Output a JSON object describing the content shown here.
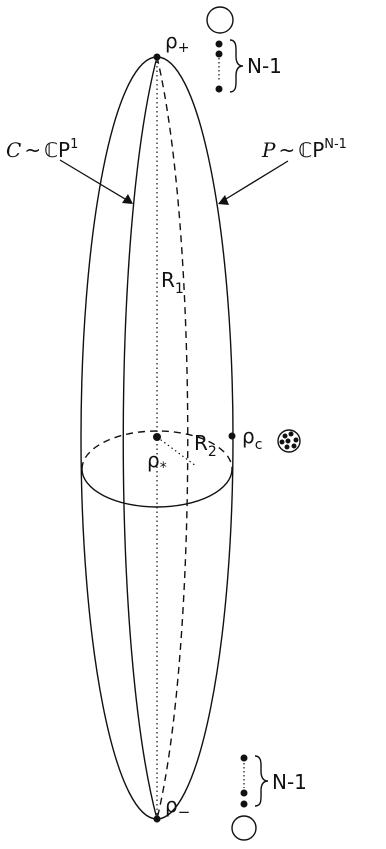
{
  "labels": {
    "rho_plus": "ρ",
    "rho_plus_sub": "+",
    "rho_minus": "ρ",
    "rho_minus_sub": "−",
    "rho_star": "ρ",
    "rho_star_sub": "*",
    "rho_c": "ρ",
    "rho_c_sub": "c",
    "r1": "R",
    "r1_sub": "1",
    "r2": "R",
    "r2_sub": "2",
    "n_minus_1_top": "N-1",
    "n_minus_1_bottom": "N-1",
    "c_label_lhs": "C",
    "c_label_tilde": "~",
    "c_label_rhs": "ℂP",
    "c_label_sup": "1",
    "p_label_lhs": "P",
    "p_label_tilde": "~",
    "p_label_rhs": "ℂP",
    "p_label_sup": "N-1"
  },
  "colors": {
    "stroke": "#111111",
    "background": "#ffffff"
  }
}
